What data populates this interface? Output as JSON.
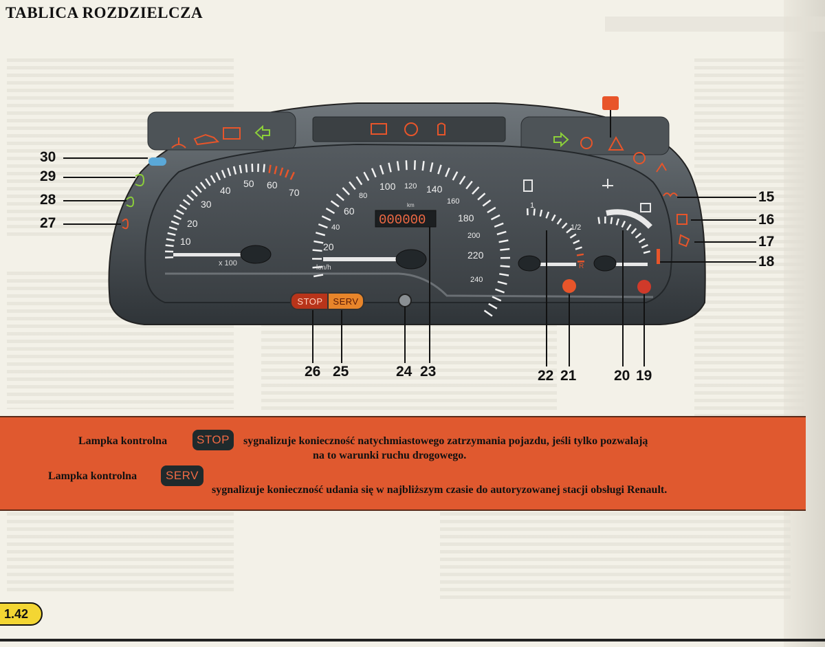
{
  "page": {
    "title": "TABLICA ROZDZIELCZA",
    "page_number": "1.42"
  },
  "cluster": {
    "tach_labels": [
      "10",
      "20",
      "30",
      "40",
      "50",
      "60",
      "70"
    ],
    "tach_unit": "x 100",
    "speed_labels": [
      "20",
      "40",
      "60",
      "80",
      "100",
      "120",
      "140",
      "160",
      "180",
      "200",
      "220",
      "240"
    ],
    "speed_unit": "km/h",
    "odometer": "000000",
    "odometer_unit": "km",
    "fuel_half": "1/2",
    "fuel_full": "1",
    "fuel_reserve": "R",
    "stop_label": "STOP",
    "serv_label": "SERV"
  },
  "callouts": {
    "left": [
      "30",
      "29",
      "28",
      "27"
    ],
    "right": [
      "15",
      "16",
      "17",
      "18"
    ],
    "bottom": [
      "26",
      "25",
      "24",
      "23",
      "22",
      "21",
      "20",
      "19"
    ]
  },
  "banner": {
    "row1_prefix": "Lampka kontrolna",
    "row1_icon": "STOP",
    "row1_text_a": "sygnalizuje konieczność natychmiastowego zatrzymania pojazdu, jeśli tylko pozwalają",
    "row1_text_b": "na to warunki ruchu drogowego.",
    "row2_prefix": "Lampka kontrolna",
    "row2_icon": "SERV",
    "row2_text": "sygnalizuje konieczność udania się w najbliższym czasie do autoryzowanej stacji obsługi Renault."
  },
  "colors": {
    "banner": "#e0592f",
    "cluster_face": "#4a4f54",
    "warning_orange": "#e8552a",
    "indicator_green": "#8ccf3a",
    "page_badge": "#f3d633"
  }
}
